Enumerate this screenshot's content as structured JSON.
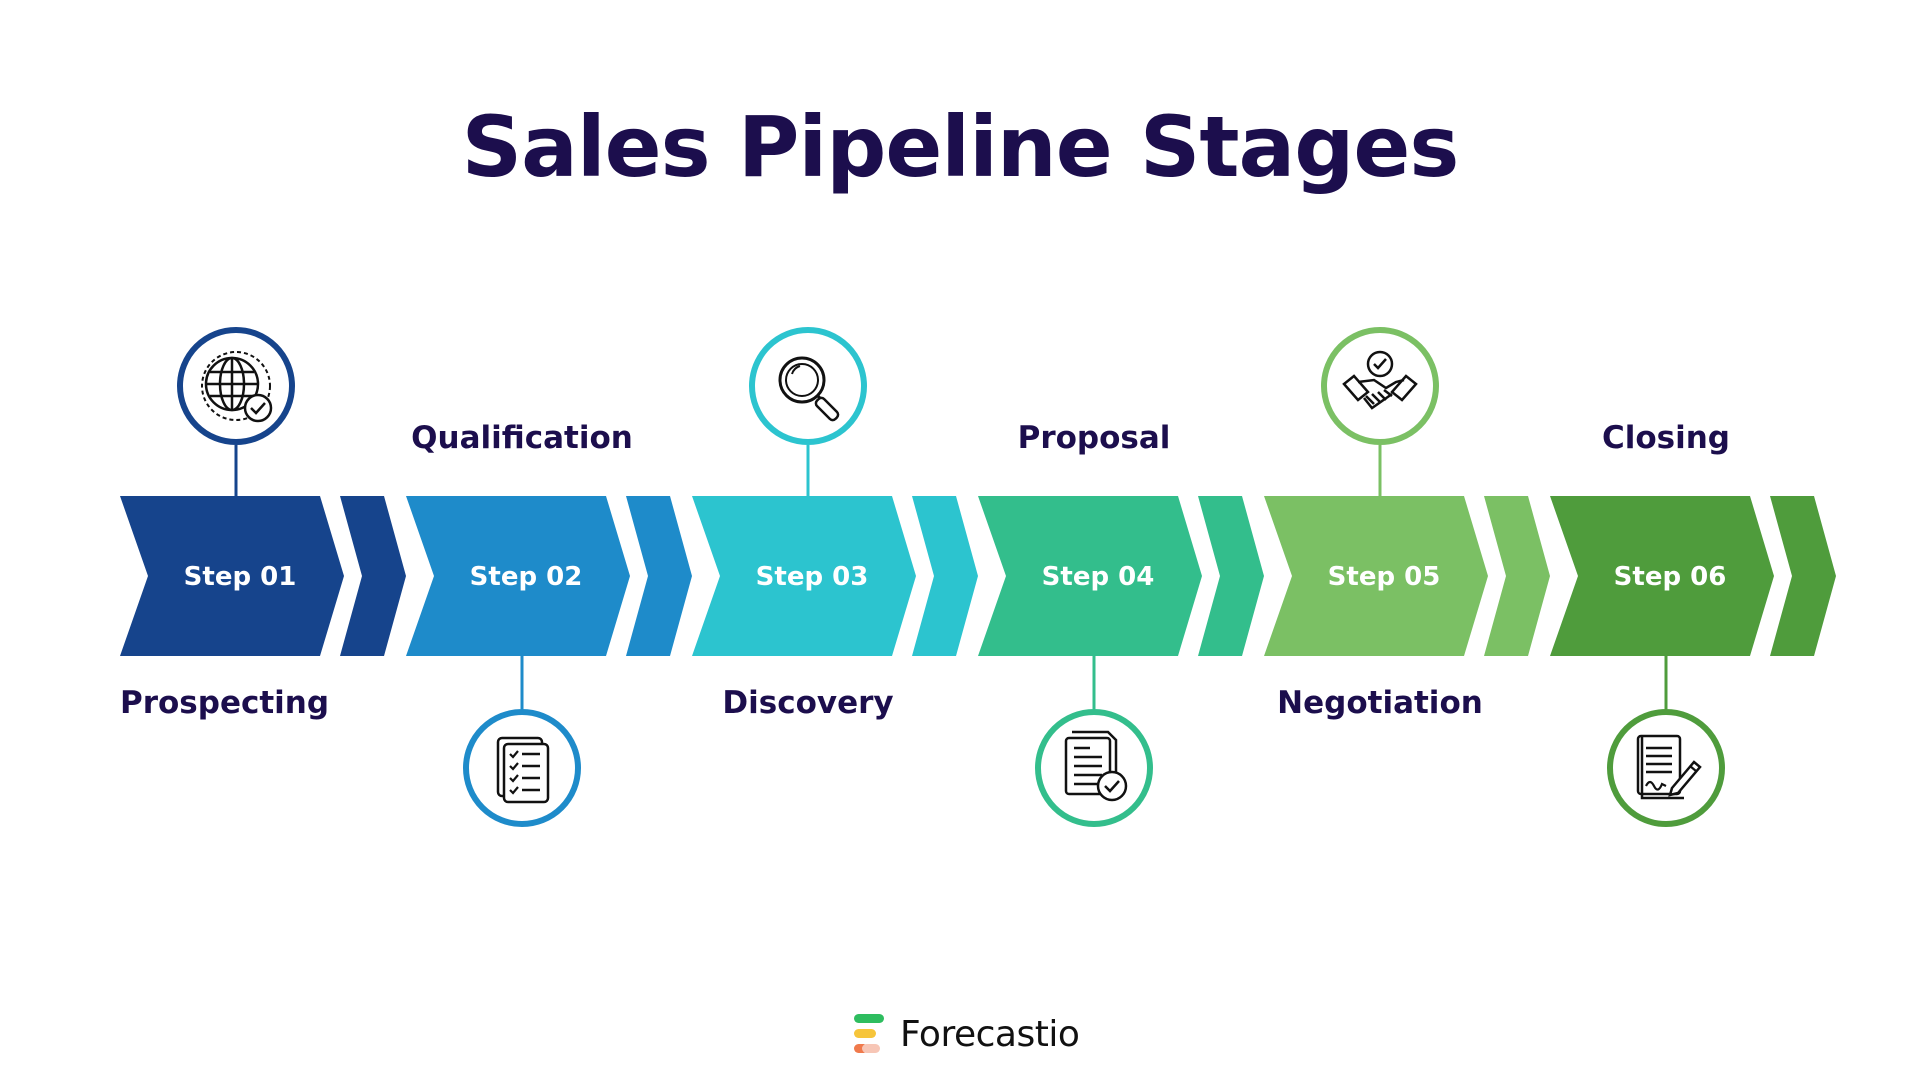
{
  "title": "Sales Pipeline Stages",
  "stages": [
    {
      "step": "Step 01",
      "name": "Prospecting",
      "color": "#16448c",
      "icon": "globe-check-icon"
    },
    {
      "step": "Step 02",
      "name": "Qualification",
      "color": "#1e8bca",
      "icon": "checklist-icon"
    },
    {
      "step": "Step 03",
      "name": "Discovery",
      "color": "#2cc4cf",
      "icon": "magnifier-icon"
    },
    {
      "step": "Step 04",
      "name": "Proposal",
      "color": "#33be8c",
      "icon": "document-check-icon"
    },
    {
      "step": "Step 05",
      "name": "Negotiation",
      "color": "#7bc064",
      "icon": "handshake-icon"
    },
    {
      "step": "Step 06",
      "name": "Closing",
      "color": "#4f9c3c",
      "icon": "contract-sign-icon"
    }
  ],
  "brand": {
    "name": "Forecastio",
    "logo_colors": [
      "#2ebd5f",
      "#f6c53b",
      "#f07a4c"
    ]
  }
}
